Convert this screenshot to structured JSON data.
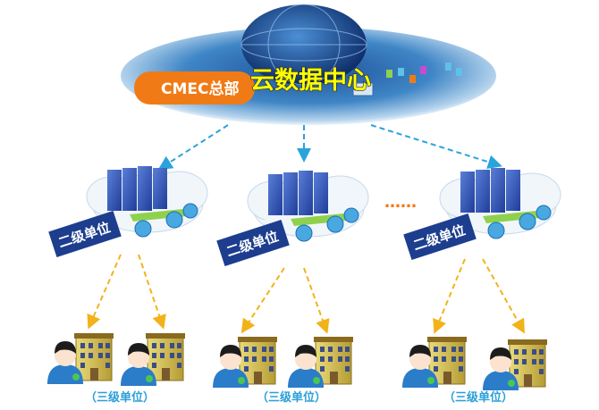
{
  "top": {
    "hq_label": "CMEC总部",
    "title": "云数据中心"
  },
  "level2": {
    "label": "二级单位",
    "ellipsis": "……",
    "units": [
      {
        "label": "二级单位"
      },
      {
        "label": "二级单位"
      },
      {
        "label": "二级单位"
      }
    ]
  },
  "level3": {
    "label": "（三级单位）",
    "groups": [
      {
        "label": "（三级单位）"
      },
      {
        "label": "（三级单位）"
      },
      {
        "label": "（三级单位）"
      }
    ]
  },
  "colors": {
    "orange": "#f07b16",
    "blue_label": "#1d3e8e",
    "blue_arrow": "#2aa3dc",
    "yellow_arrow": "#f2b31a",
    "title_yellow": "#ffff00"
  }
}
